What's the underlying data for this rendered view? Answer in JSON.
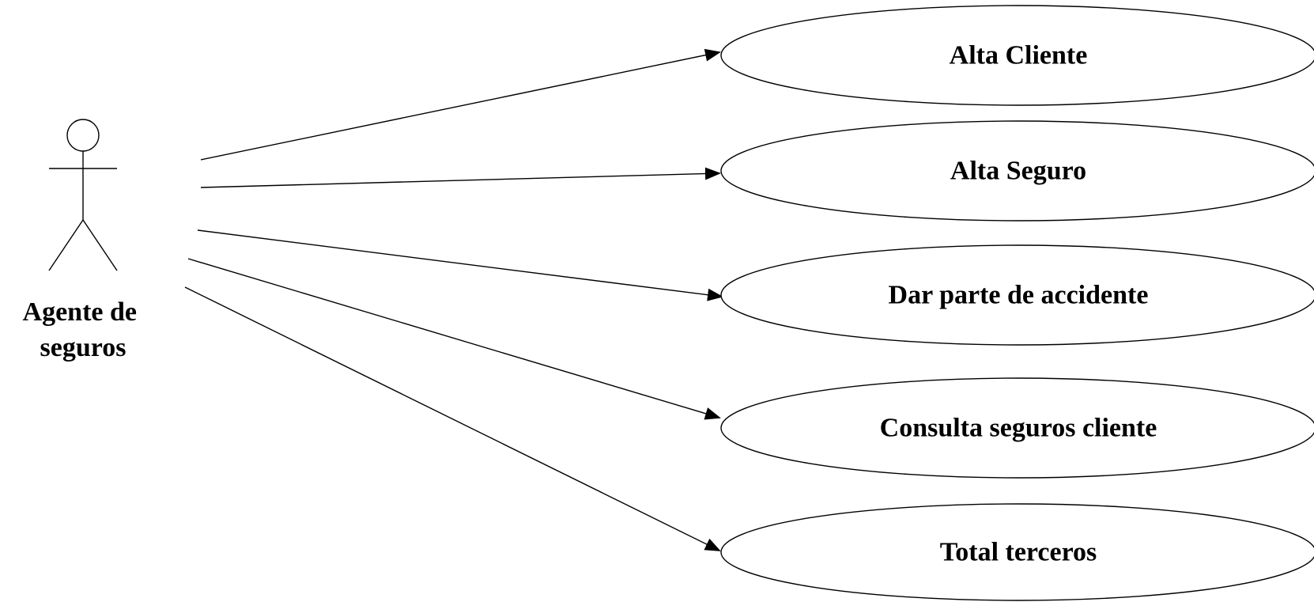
{
  "diagram": {
    "type": "uml-use-case",
    "actor": {
      "label_lines": [
        "Agente de",
        "seguros"
      ]
    },
    "use_cases": [
      {
        "label": "Alta Cliente"
      },
      {
        "label": "Alta Seguro"
      },
      {
        "label": "Dar parte de accidente"
      },
      {
        "label": "Consulta seguros cliente"
      },
      {
        "label": "Total terceros"
      }
    ],
    "relations": [
      {
        "from": "actor",
        "to": 0,
        "kind": "association-arrow"
      },
      {
        "from": "actor",
        "to": 1,
        "kind": "association-arrow"
      },
      {
        "from": "actor",
        "to": 2,
        "kind": "association-arrow"
      },
      {
        "from": "actor",
        "to": 3,
        "kind": "association-arrow"
      },
      {
        "from": "actor",
        "to": 4,
        "kind": "association-arrow"
      }
    ],
    "colors": {
      "stroke": "#000000",
      "background": "#ffffff"
    }
  }
}
